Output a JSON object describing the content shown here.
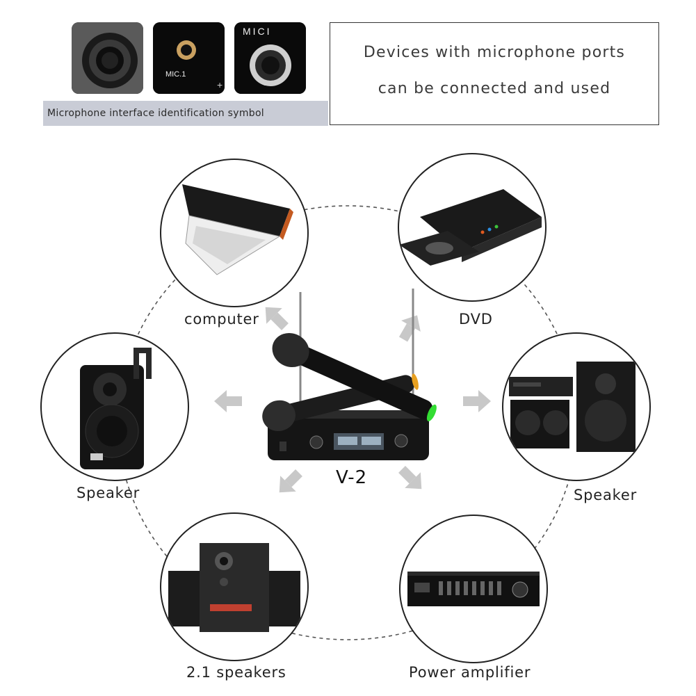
{
  "top": {
    "ports": [
      {
        "name": "jack-port",
        "text": ""
      },
      {
        "name": "mic1-port",
        "text": "MIC.1"
      },
      {
        "name": "mic-xlr-port",
        "text": "MICI"
      }
    ],
    "caption": "Microphone interface identification symbol",
    "info": {
      "line1": "Devices with microphone ports",
      "line2": "can be connected and used"
    }
  },
  "center": {
    "model": "V-2"
  },
  "devices": {
    "computer": "computer",
    "dvd": "DVD",
    "speaker_left": "Speaker",
    "speaker_right": "Speaker",
    "speakers_21": "2.1 speakers",
    "amplifier": "Power amplifier"
  },
  "colors": {
    "arrow": "#c8c8c8",
    "mic_ring": "#33dd33",
    "orange_ring": "#e8a020",
    "caption_bg": "#c9ccd6"
  }
}
